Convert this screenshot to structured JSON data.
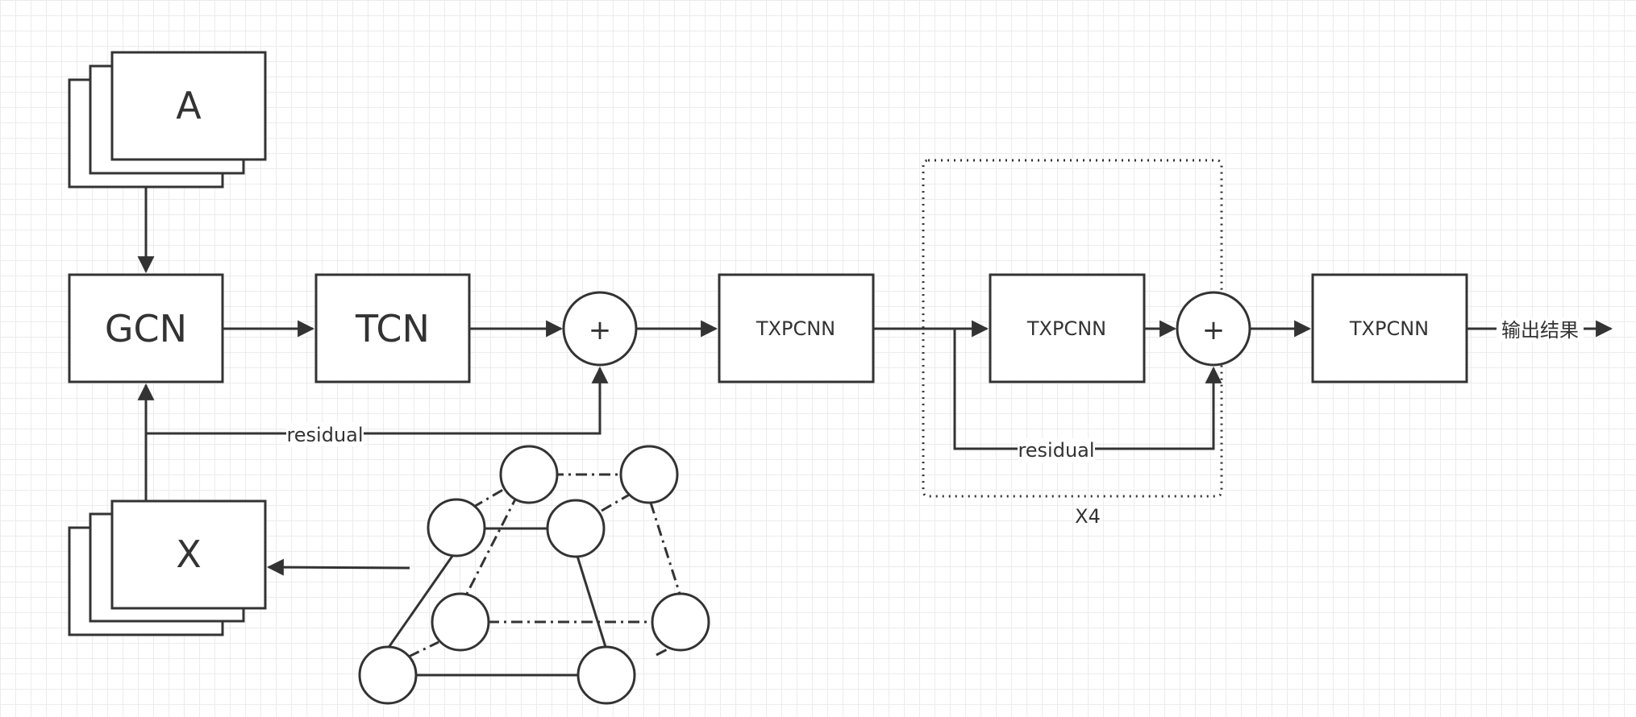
{
  "blocks": {
    "a": "A",
    "x": "X",
    "gcn": "GCN",
    "tcn": "TCN",
    "txpcnn_1": "TXPCNN",
    "txpcnn_2": "TXPCNN",
    "txpcnn_3": "TXPCNN"
  },
  "operators": {
    "sum_1": "+",
    "sum_2": "+"
  },
  "labels": {
    "residual_1": "residual",
    "residual_2": "residual",
    "repeat": "X4",
    "output": "输出结果"
  }
}
